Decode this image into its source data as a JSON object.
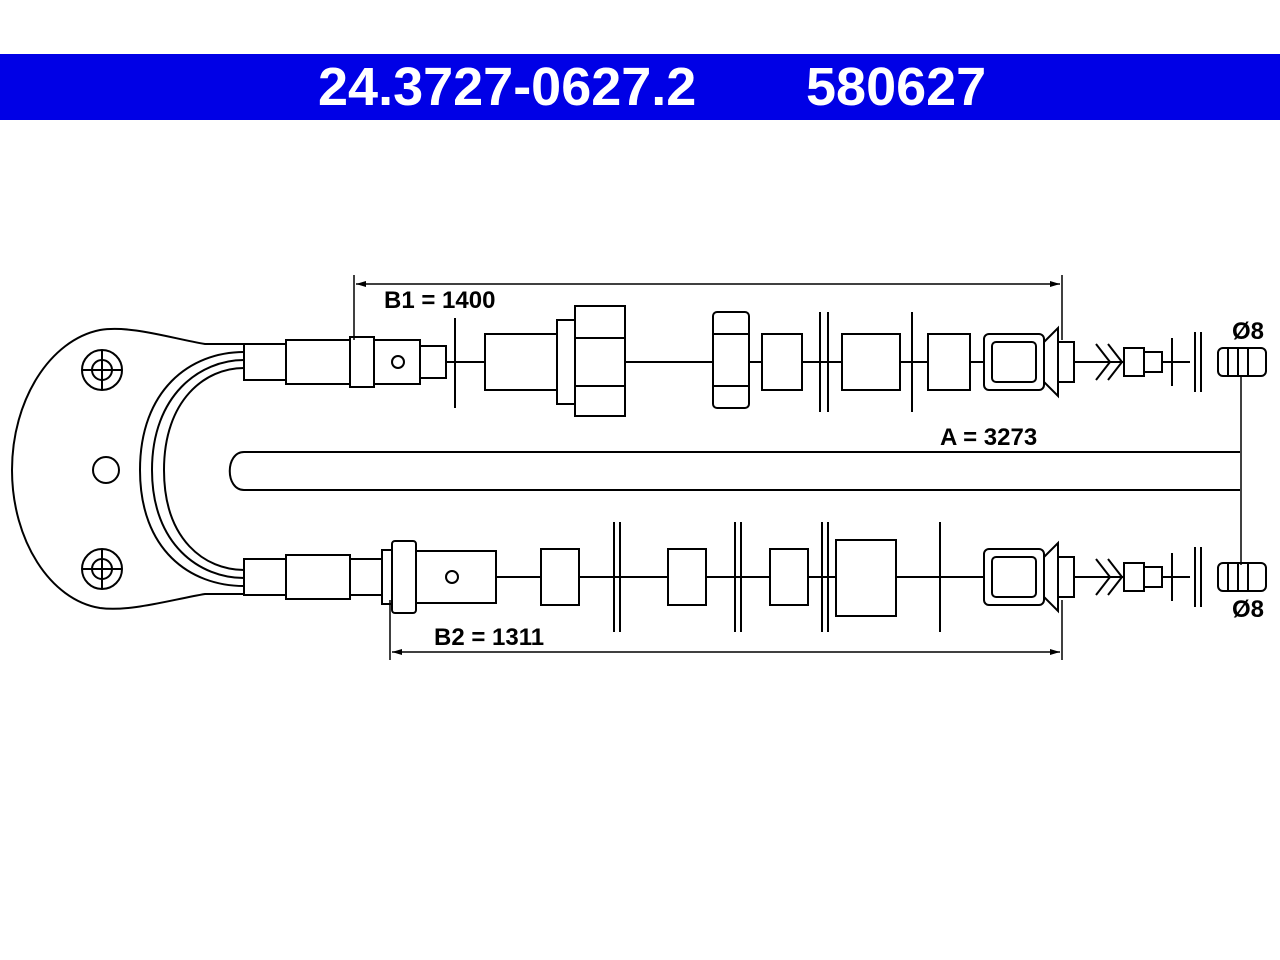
{
  "header": {
    "part_number": "24.3727-0627.2",
    "ref_number": "580627",
    "background": "#0000e6",
    "text_color": "#ffffff"
  },
  "dimensions": {
    "b1": "B1 = 1400",
    "b2": "B2 = 1311",
    "a": "A = 3273",
    "dia_top": "Ø8",
    "dia_bottom": "Ø8"
  },
  "icons": [
    "mounting-bracket",
    "bolt-hole",
    "cable-eye",
    "adjuster-nut",
    "cable-sleeve",
    "end-fitting",
    "arrow-head"
  ]
}
